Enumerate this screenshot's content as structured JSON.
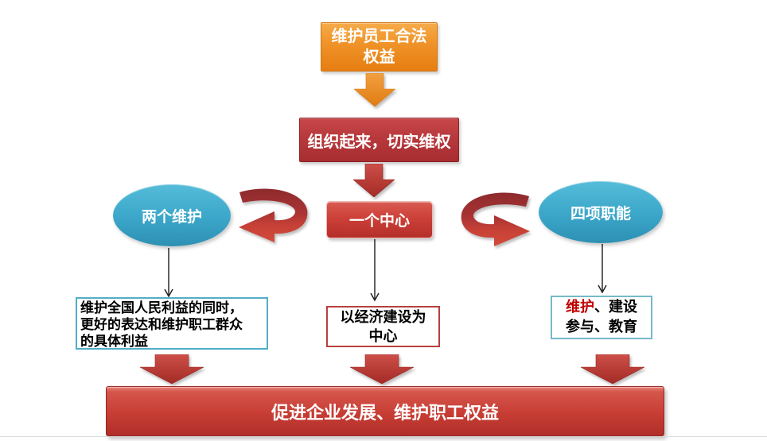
{
  "diagram": {
    "nodes": {
      "goal": {
        "text": "维护员工合法\n权益"
      },
      "organize": {
        "text": "组织起来，切实维权"
      },
      "two_protections": {
        "text": "两个维护"
      },
      "one_center": {
        "text": "一个中心"
      },
      "four_functions": {
        "text": "四项职能"
      },
      "left_detail": {
        "text": "维护全国人民利益的同时，\n更好的表达和维护职工群众\n的具体利益"
      },
      "center_detail": {
        "text": "以经济建设为\n中心"
      },
      "right_detail": {
        "highlight": "维护",
        "rest": "、建设\n参与、教育"
      },
      "banner": {
        "text": "促进企业发展、维护职工权益"
      }
    },
    "colors": {
      "orange": "#ef9227",
      "red": "#c0392b",
      "dark_red": "#8e2a2d",
      "teal": "#3ba6c9",
      "left_border": "#52aec8",
      "center_border": "#b5413f",
      "right_border": "#74b9c8",
      "highlight_text": "#c00000"
    }
  }
}
